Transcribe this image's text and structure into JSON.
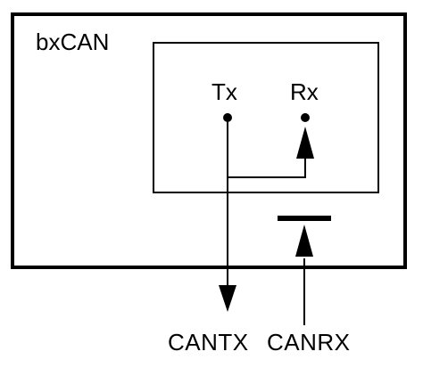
{
  "diagram": {
    "block_label": "bxCAN",
    "tx_label": "Tx",
    "rx_label": "Rx",
    "cantx_label": "CANTX",
    "canrx_label": "CANRX",
    "line_color": "#000000",
    "background_color": "#ffffff"
  }
}
